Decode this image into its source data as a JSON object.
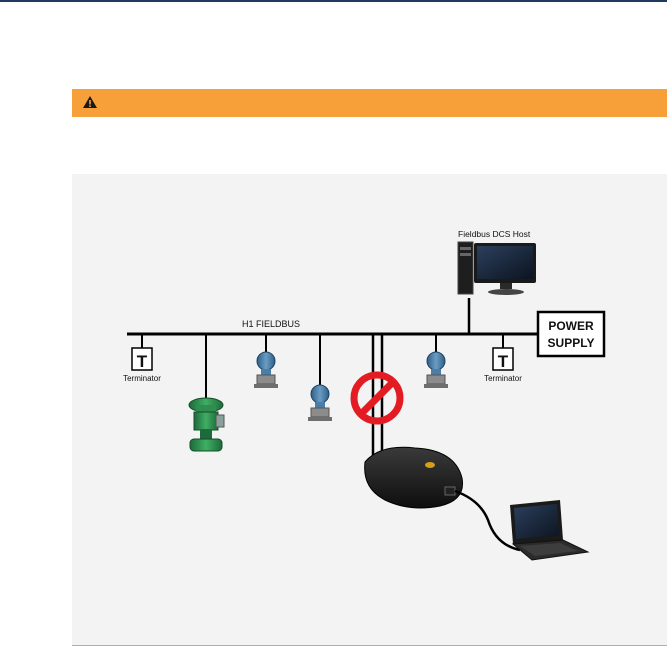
{
  "colors": {
    "warning": "#f7a03a",
    "panel": "#f3f3f3",
    "header_rule": "#1f3a5f",
    "no_symbol": "#e31b23"
  },
  "icons": [
    "warning-triangle-icon",
    "no-entry-icon",
    "terminator-icon",
    "computer-icon",
    "laptop-icon"
  ],
  "diagram": {
    "host_label": "Fieldbus DCS Host",
    "bus_label": "H1 FIELDBUS",
    "power_supply_line1": "POWER",
    "power_supply_line2": "SUPPLY",
    "terminator_symbol": "T",
    "terminator_label": "Terminator"
  }
}
